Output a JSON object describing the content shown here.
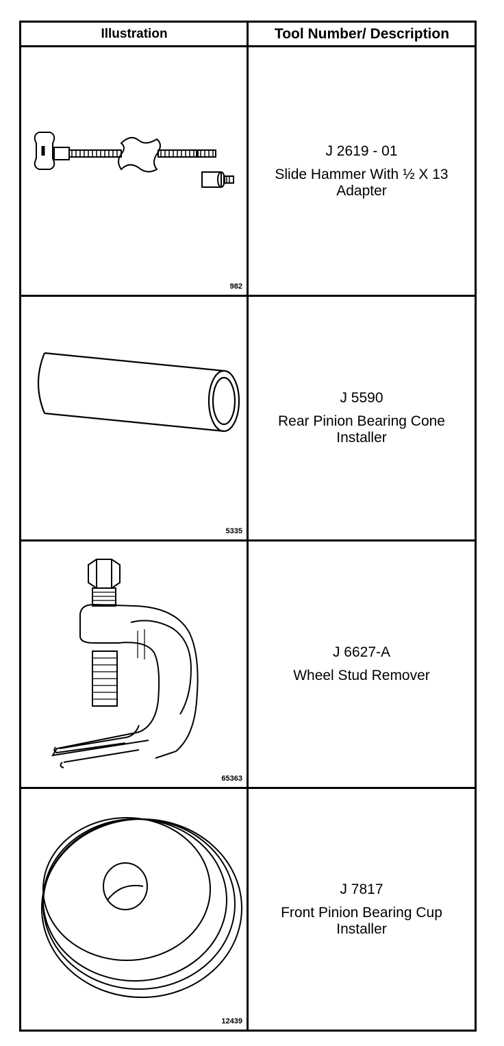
{
  "header": {
    "col1": "Illustration",
    "col2": "Tool Number/ Description"
  },
  "rows": [
    {
      "figure": "982",
      "tool_number": "J 2619 - 01",
      "description": "Slide Hammer With ½ X 13 Adapter",
      "icon": "slide-hammer-icon"
    },
    {
      "figure": "5335",
      "tool_number": "J 5590",
      "description": "Rear Pinion Bearing Cone Installer",
      "icon": "bearing-cone-installer-icon"
    },
    {
      "figure": "65363",
      "tool_number": "J 6627-A",
      "description": "Wheel Stud Remover",
      "icon": "wheel-stud-remover-icon"
    },
    {
      "figure": "12439",
      "tool_number": "J 7817",
      "description": "Front Pinion Bearing Cup Installer",
      "icon": "bearing-cup-installer-icon"
    }
  ]
}
